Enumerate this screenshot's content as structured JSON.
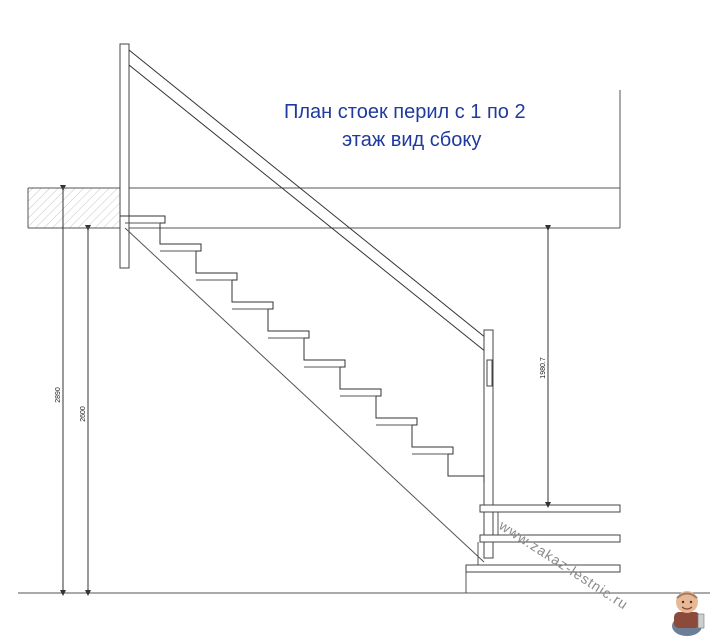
{
  "title": {
    "line1": "План стоек перил с  1 по 2",
    "line2": "этаж вид сбоку"
  },
  "dimensions": {
    "total_height": "2890",
    "floor_height": "2600",
    "headroom": "1980.7"
  },
  "watermark": "www.zakaz-lestnic.ru",
  "colors": {
    "title": "#1f3a9e",
    "line": "#555555"
  },
  "icons": {
    "mascot": "mascot-icon"
  }
}
